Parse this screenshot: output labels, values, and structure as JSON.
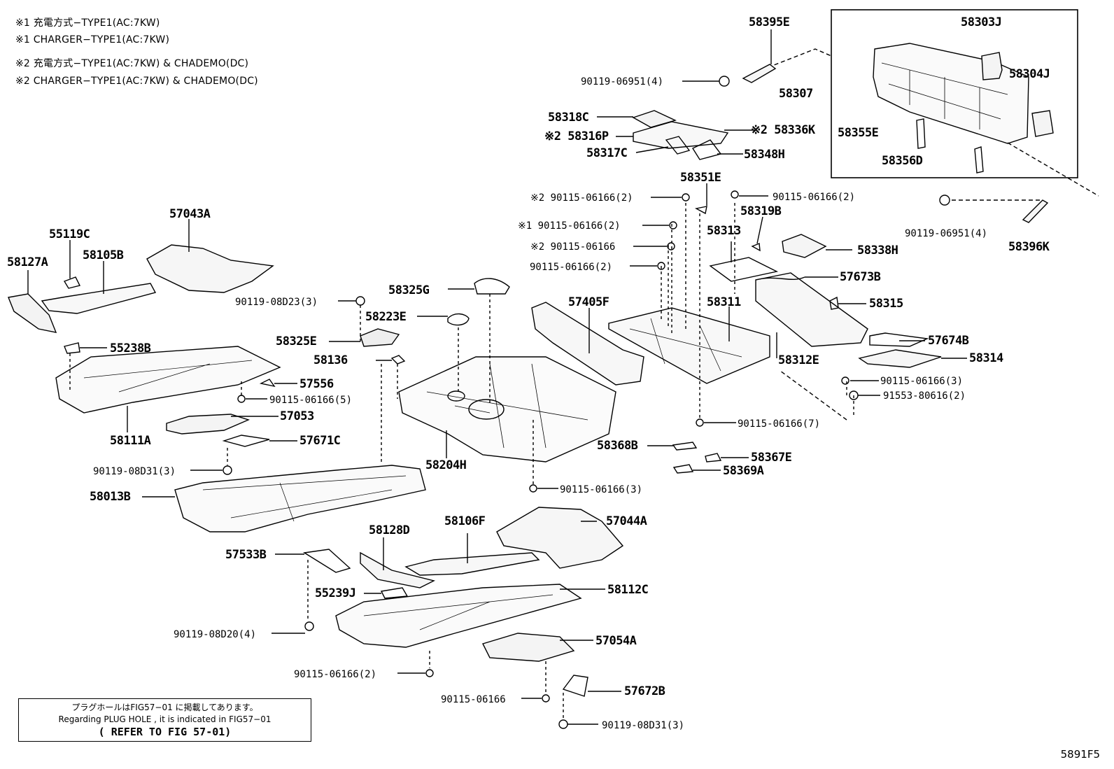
{
  "notes": [
    "※1 充電方式−TYPE1(AC:7KW)",
    "※1 CHARGER−TYPE1(AC:7KW)",
    "※2 充電方式−TYPE1(AC:7KW) & CHADEMO(DC)",
    "※2 CHARGER−TYPE1(AC:7KW) & CHADEMO(DC)"
  ],
  "labels": {
    "p58395E": "58395E",
    "p58303J": "58303J",
    "p58304J": "58304J",
    "p90119_06951_4a": "90119-06951(4)",
    "p58307": "58307",
    "p58318C": "58318C",
    "p58316P": "※2 58316P",
    "p58336K": "※2 58336K",
    "p58317C": "58317C",
    "p58348H": "58348H",
    "p58355E": "58355E",
    "p58356D": "58356D",
    "p58351E": "58351E",
    "p90115_2a": "※2 90115-06166(2)",
    "p90115_2b": "90115-06166(2)",
    "p58319B": "58319B",
    "p90119_06951_4b": "90119-06951(4)",
    "p58396K": "58396K",
    "p90115_2c": "※1 90115-06166(2)",
    "p58313": "58313",
    "p90115_single2": "※2 90115-06166",
    "p58338H": "58338H",
    "p90115_2d": "90115-06166(2)",
    "p57673B": "57673B",
    "p57043A": "57043A",
    "p55119C": "55119C",
    "p58127A": "58127A",
    "p58105B": "58105B",
    "p90119_08D23": "90119-08D23(3)",
    "p58325G": "58325G",
    "p57405F": "57405F",
    "p58311": "58311",
    "p58315": "58315",
    "p58223E": "58223E",
    "p58325E": "58325E",
    "p55238B": "55238B",
    "p57674B": "57674B",
    "p58136": "58136",
    "p58312E": "58312E",
    "p58314": "58314",
    "p57556": "57556",
    "p90115_3a": "90115-06166(3)",
    "p90115_5": "90115-06166(5)",
    "p91553": "91553-80616(2)",
    "p57053": "57053",
    "p90115_7": "90115-06166(7)",
    "p58111A": "58111A",
    "p57671C": "57671C",
    "p58368B": "58368B",
    "p58367E": "58367E",
    "p58204H": "58204H",
    "p90119_08D31a": "90119-08D31(3)",
    "p58369A": "58369A",
    "p90115_3b": "90115-06166(3)",
    "p58013B": "58013B",
    "p58106F": "58106F",
    "p57044A": "57044A",
    "p58128D": "58128D",
    "p57533B": "57533B",
    "p55239J": "55239J",
    "p58112C": "58112C",
    "p90119_08D20": "90119-08D20(4)",
    "p57054A": "57054A",
    "p90115_2e": "90115-06166(2)",
    "p90115_single": "90115-06166",
    "p57672B": "57672B",
    "p90119_08D31b": "90119-08D31(3)"
  },
  "reference": {
    "line1": "プラグホールはFIG57−01 に掲載してあります。",
    "line2": "Regarding  PLUG HOLE , it is indicated  in  FIG57−01",
    "line3": "( REFER TO FIG 57-01)"
  },
  "figure_code": "5891F5"
}
